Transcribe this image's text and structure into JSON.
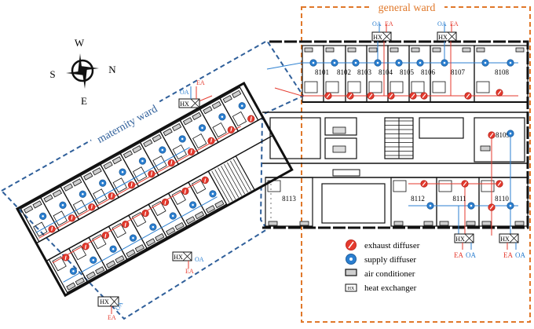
{
  "zones": {
    "general_ward": "general ward",
    "maternity_ward": "maternity ward"
  },
  "compass": {
    "north": "N",
    "south": "S",
    "east": "E",
    "west": "W"
  },
  "rooms": [
    "8101",
    "8102",
    "8103",
    "8104",
    "8105",
    "8106",
    "8107",
    "8108",
    "8109",
    "8110",
    "8111",
    "8112",
    "8113"
  ],
  "duct_labels": {
    "outdoor_air": "OA",
    "exhaust_air": "EA",
    "heat_exchanger": "HX"
  },
  "legend": [
    {
      "key": "exhaust",
      "label": "exhaust diffuser"
    },
    {
      "key": "supply",
      "label": "supply diffuser"
    },
    {
      "key": "ac",
      "label": "air conditioner"
    },
    {
      "key": "hx",
      "label": "heat exchanger"
    }
  ],
  "colors": {
    "general_ward_border": "#e0782a",
    "maternity_ward_border": "#2f5f9a",
    "exhaust": "#e53a2e",
    "supply": "#2b7fd0",
    "wall": "#111111"
  }
}
